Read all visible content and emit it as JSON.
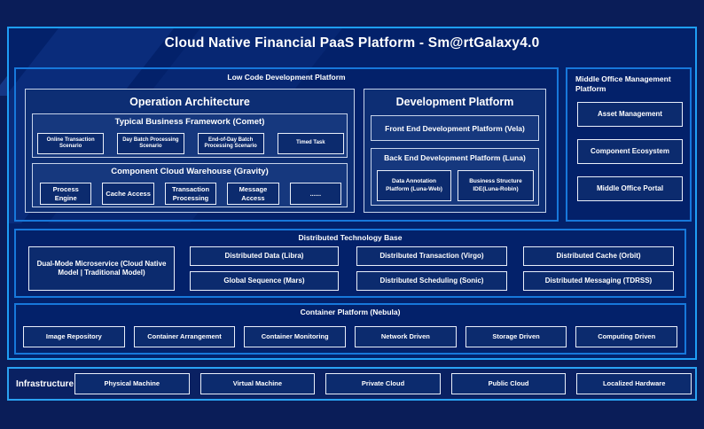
{
  "title": "Cloud Native Financial PaaS Platform - Sm@rtGalaxy4.0",
  "colors": {
    "background": "#0A1D58",
    "panel_fill": "#03216A",
    "outer_border": "#1E9EF5",
    "section_border": "#1778DB",
    "light_border": "#C6D3EA",
    "leaf_border": "#E9EFFA",
    "text": "#FFFFFF"
  },
  "low_code": {
    "label": "Low Code Development Platform",
    "operation": {
      "title": "Operation Architecture",
      "typical": {
        "title": "Typical Business Framework (Comet)",
        "items": [
          "Online Transaction Scenario",
          "Day Batch Processing Scenario",
          "End-of-Day Batch Processing Scenario",
          "Timed Task"
        ]
      },
      "warehouse": {
        "title": "Component Cloud Warehouse (Gravity)",
        "items": [
          "Process Engine",
          "Cache Access",
          "Transaction Processing",
          "Message Access",
          "......"
        ]
      }
    },
    "development": {
      "title": "Development Platform",
      "front_end": "Front End Development Platform (Vela)",
      "back_end": {
        "title": "Back End Development Platform (Luna)",
        "items": [
          "Data Annotation Platform (Luna-Web)",
          "Business Structure IDE(Luna-Robin)"
        ]
      }
    }
  },
  "middle_office": {
    "title": "Middle Office Management Platform",
    "items": [
      "Asset Management",
      "Component Ecosystem",
      "Middle Office Portal"
    ]
  },
  "distributed": {
    "title": "Distributed Technology Base",
    "dual_mode": "Dual-Mode Microservice (Cloud Native Model | Traditional Model)",
    "grid": [
      "Distributed Data (Libra)",
      "Global Sequence (Mars)",
      "Distributed Transaction (Virgo)",
      "Distributed Scheduling (Sonic)",
      "Distributed Cache (Orbit)",
      "Distributed Messaging (TDRSS)"
    ]
  },
  "container_platform": {
    "title": "Container Platform (Nebula)",
    "items": [
      "Image Repository",
      "Container Arrangement",
      "Container Monitoring",
      "Network Driven",
      "Storage Driven",
      "Computing Driven"
    ]
  },
  "infrastructure": {
    "label": "Infrastructure",
    "items": [
      "Physical Machine",
      "Virtual Machine",
      "Private Cloud",
      "Public Cloud",
      "Localized Hardware"
    ]
  }
}
